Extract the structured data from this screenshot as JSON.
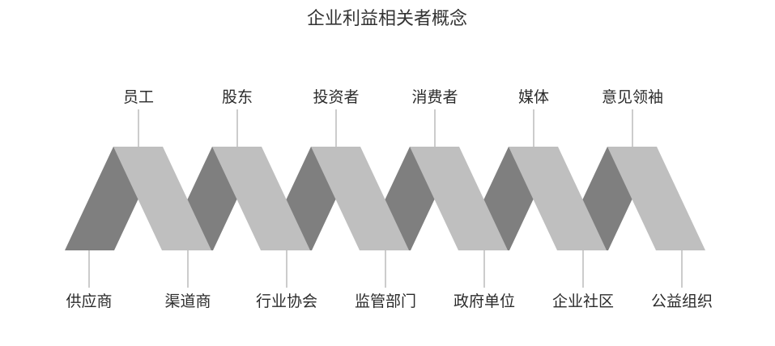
{
  "title": "企业利益相关者概念",
  "top_labels": [
    "员工",
    "股东",
    "投资者",
    "消费者",
    "媒体",
    "意见领袖"
  ],
  "bottom_labels": [
    "供应商",
    "渠道商",
    "行业协会",
    "监管部门",
    "政府单位",
    "企业社区",
    "公益组织"
  ],
  "colors": {
    "dark_band": "#7f7f7f",
    "light_band": "#bfbfbf",
    "leader_line": "#9a9a9a",
    "text": "#2b2b2b"
  }
}
